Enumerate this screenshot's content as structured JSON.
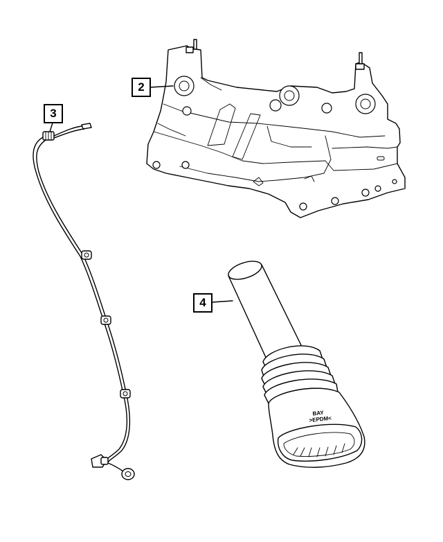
{
  "callouts": {
    "bracket": "2",
    "wire": "3",
    "duct": "4"
  },
  "duct_marking": {
    "line1": "BAY",
    "line2": ">EPDM<"
  }
}
